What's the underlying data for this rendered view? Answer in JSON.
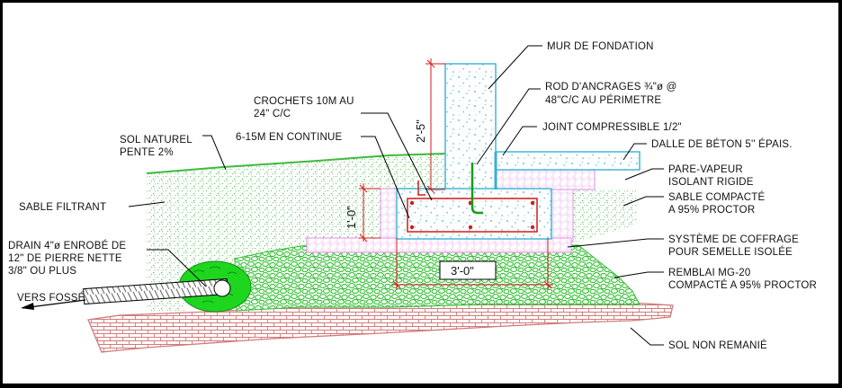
{
  "labels": {
    "mur_fondation": "MUR DE FONDATION",
    "rod_ancrage_1": "ROD D'ANCRAGES ¾\"ø @",
    "rod_ancrage_2": "48\"C/C AU PÉRIMETRE",
    "crochets_1": "CROCHETS 10M AU",
    "crochets_2": "24\" C/C",
    "joint": "JOINT COMPRESSIBLE 1/2\"",
    "armature": "6-15M EN CONTINUE",
    "dalle": "DALLE DE BÉTON 5'' ÉPAIS.",
    "sol_naturel_1": "SOL NATUREL",
    "sol_naturel_2": "PENTE 2%",
    "pare_vapeur_1": "PARE-VAPEUR",
    "pare_vapeur_2": "ISOLANT RIGIDE",
    "sable_filtrant": "SABLE FILTRANT",
    "sable_compacte_1": "SABLE COMPACTÉ",
    "sable_compacte_2": "A 95% PROCTOR",
    "coffrage_1": "SYSTÈME DE COFFRAGE",
    "coffrage_2": "POUR SEMELLE ISOLÉE",
    "drain_1": "DRAIN 4\"ø ENROBÉ DE",
    "drain_2": "12\" DE PIERRE NETTE",
    "drain_3": "3/8\" OU PLUS",
    "remblai_1": "REMBLAI MG-20",
    "remblai_2": "COMPACTÉ A 95% PROCTOR",
    "vers_fosse": "VERS FOSSÉ",
    "sol_non_remanie": "SOL NON REMANIÉ"
  },
  "dimensions": {
    "wall_height": "2'-5\"",
    "footing_height": "1'-0\"",
    "footing_width": "3'-0\""
  },
  "colors": {
    "concrete": "#35b0d6",
    "sand": "#3dbb3d",
    "gravel": "#35c435",
    "native_soil": "#d27a7a",
    "insulation": "#e38be3",
    "rebar": "#d11a1a"
  }
}
